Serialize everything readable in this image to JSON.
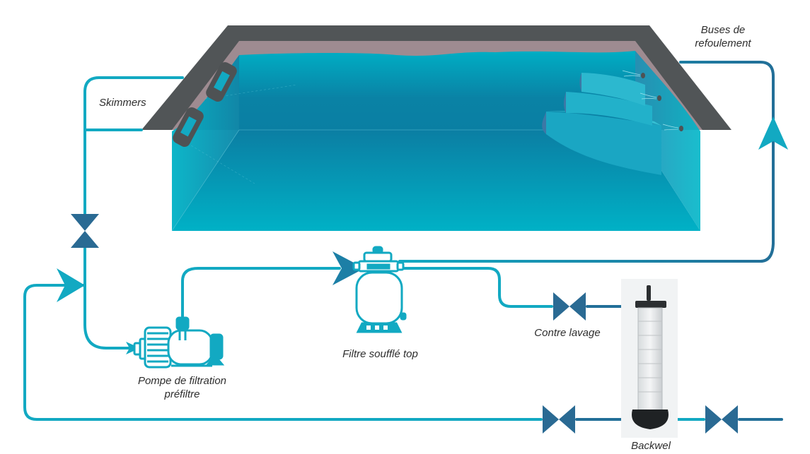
{
  "diagram": {
    "title": "Pool filtration circuit",
    "colors": {
      "pipe": "#12a9c2",
      "pipe_dark": "#226f98",
      "valve": "#2a6a93",
      "pool_coping": "#515557",
      "pool_liner": "#9e8b91",
      "water_light": "#00b3c7",
      "water_dark": "#0a83a6",
      "label_text": "#2e2e2e"
    },
    "labels": {
      "skimmers": "Skimmers",
      "buses_line1": "Buses de",
      "buses_line2": "refoulement",
      "pompe_line1": "Pompe de filtration",
      "pompe_line2": "préfiltre",
      "filtre": "Filtre soufflé top",
      "contre_lavage": "Contre lavage",
      "backwel": "Backwel"
    },
    "components": [
      {
        "id": "pool",
        "name": "Swimming pool with steps"
      },
      {
        "id": "skimmers",
        "name": "Skimmers",
        "count": 2
      },
      {
        "id": "return-jets",
        "name": "Buses de refoulement",
        "count": 3
      },
      {
        "id": "pump",
        "name": "Pompe de filtration préfiltre"
      },
      {
        "id": "sand-filter",
        "name": "Filtre soufflé top"
      },
      {
        "id": "backwash-valve",
        "name": "Contre lavage"
      },
      {
        "id": "backwel",
        "name": "Backwel"
      },
      {
        "id": "valves",
        "name": "Gate valves",
        "count": 4
      }
    ]
  }
}
